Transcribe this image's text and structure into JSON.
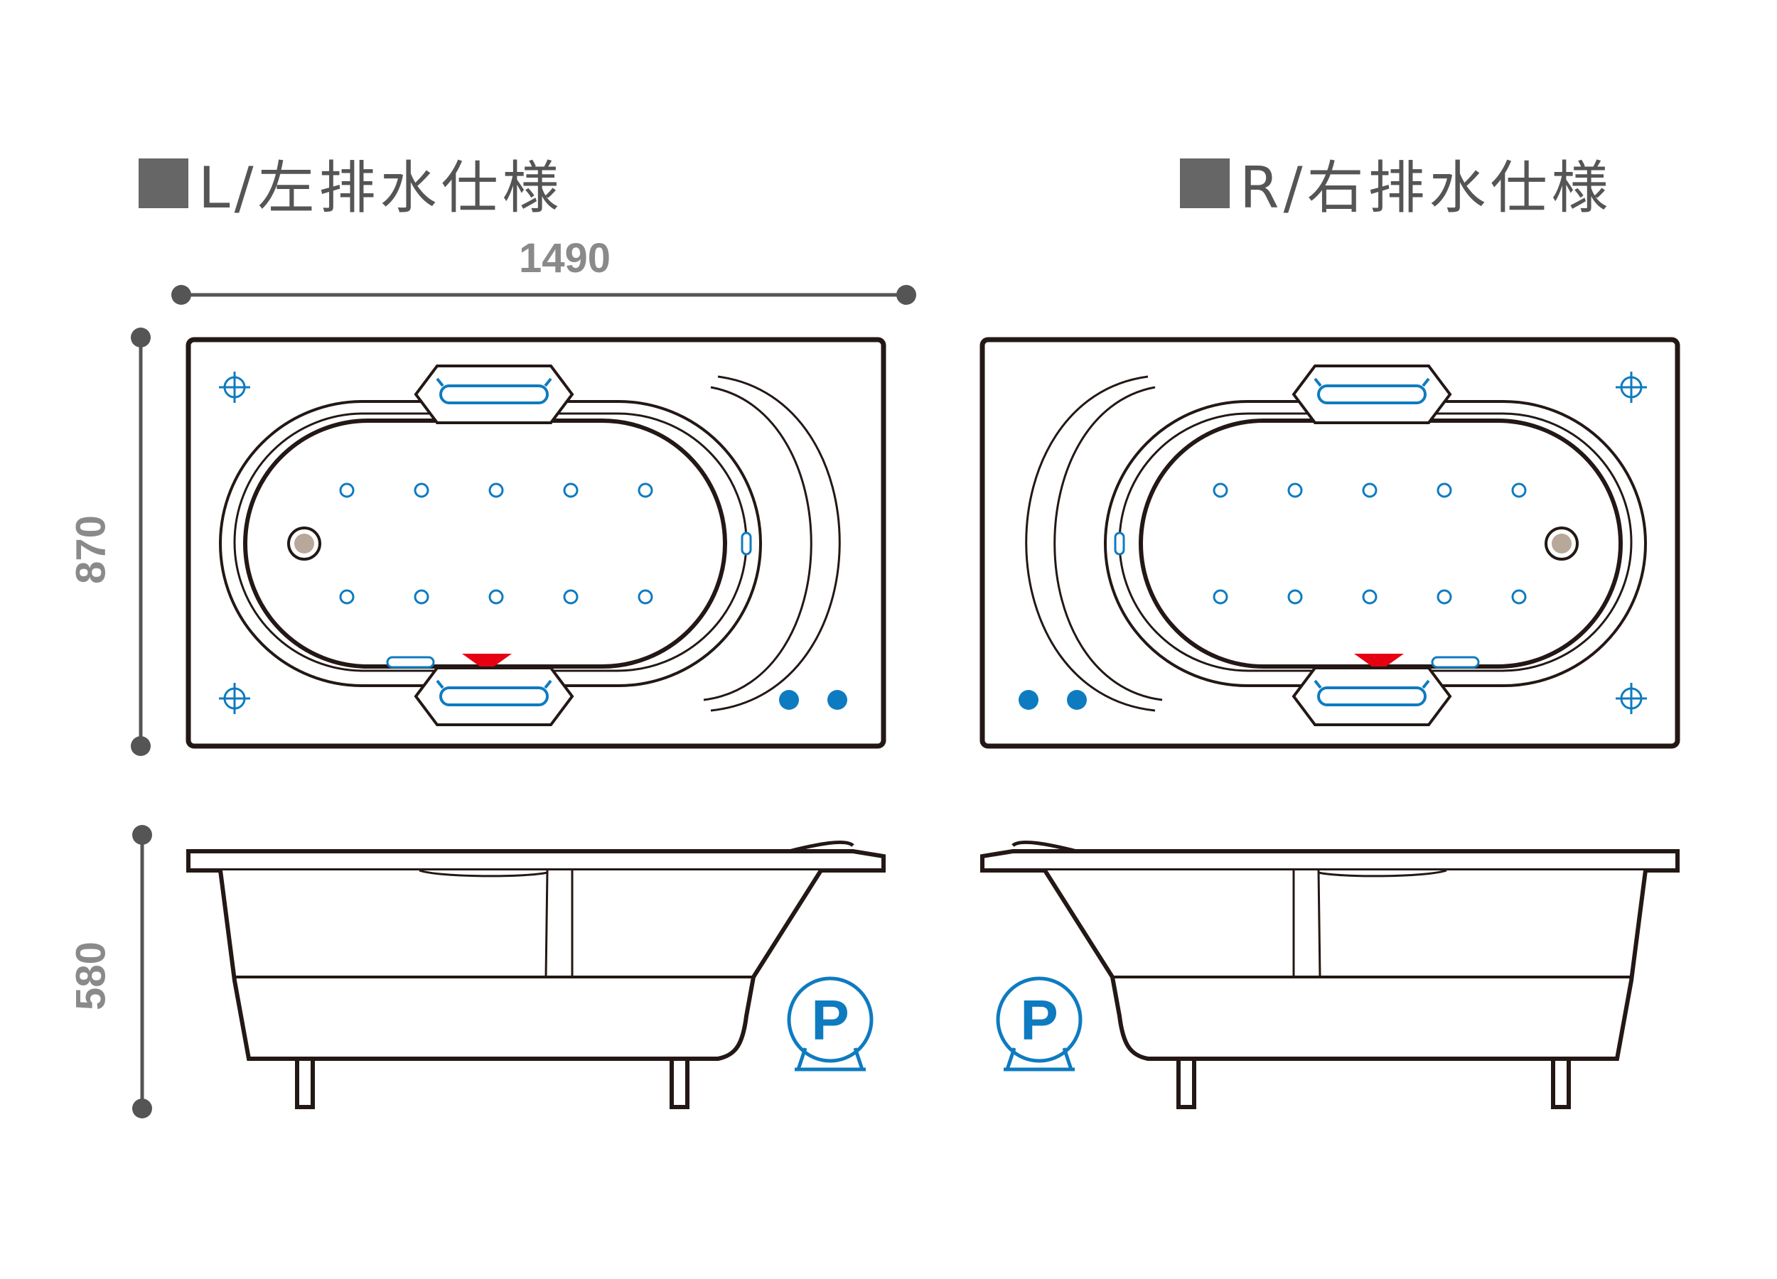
{
  "headings": {
    "left": "L/左排水仕様",
    "right": "R/右排水仕様"
  },
  "dimensions": {
    "width": "1490",
    "depth": "870",
    "height": "580"
  },
  "pump_symbol": "P",
  "colors": {
    "outline": "#231815",
    "accent_blue": "#0e7bc0",
    "drain_marker": "#e60012",
    "dimension_gray": "#555555",
    "drain_plug": "#b8a89a"
  },
  "icons": [
    "crosshair-icon",
    "jet-nozzle-icon",
    "drain-plug-icon",
    "headrest-pillow-icon",
    "pump-icon"
  ]
}
